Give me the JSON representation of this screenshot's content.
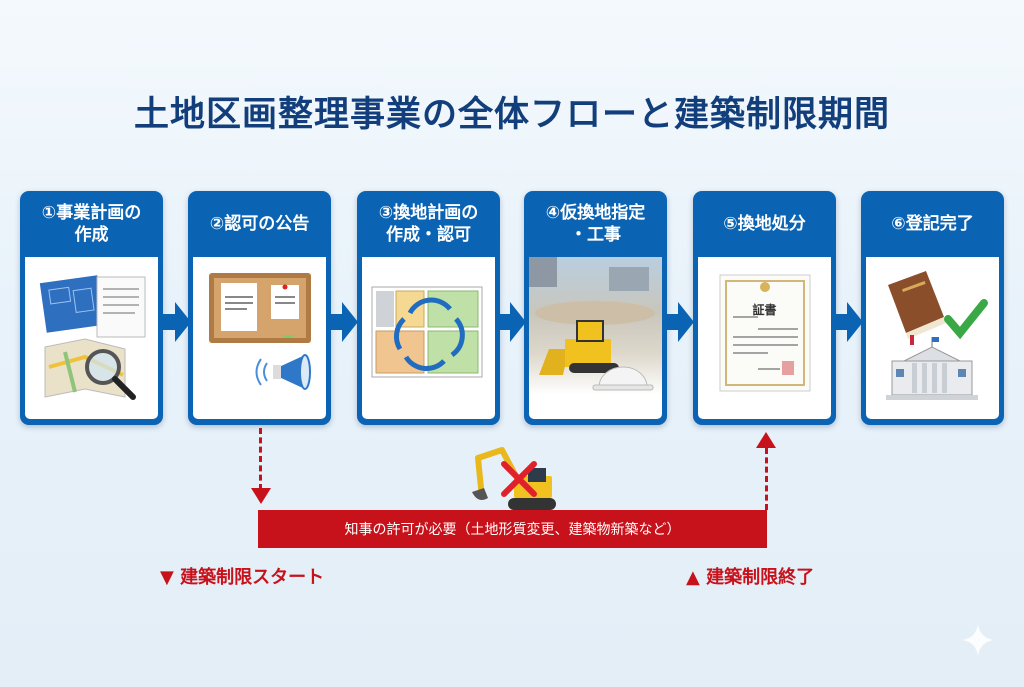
{
  "title": "土地区画整理事業の全体フローと建築制限期間",
  "steps": [
    {
      "label": "①事業計画の\n作成",
      "icon": "blueprint-map-magnifier"
    },
    {
      "label": "②認可の公告",
      "icon": "bulletin-board-megaphone"
    },
    {
      "label": "③換地計画の\n作成・認可",
      "icon": "land-exchange-map"
    },
    {
      "label": "④仮換地指定\n・工事",
      "icon": "construction-site-bulldozer"
    },
    {
      "label": "⑤換地処分",
      "icon": "certificate"
    },
    {
      "label": "⑥登記完了",
      "icon": "registry-book-building-check"
    }
  ],
  "certificate_text": "証書",
  "restriction": {
    "bar_text": "知事の許可が必要（土地形質変更、建築物新築など）",
    "start_label": "▼ 建築制限スタート",
    "end_label": "▲ 建築制限終了"
  },
  "colors": {
    "primary": "#0b63b3",
    "restriction": "#c8121b",
    "title": "#123f7c"
  }
}
